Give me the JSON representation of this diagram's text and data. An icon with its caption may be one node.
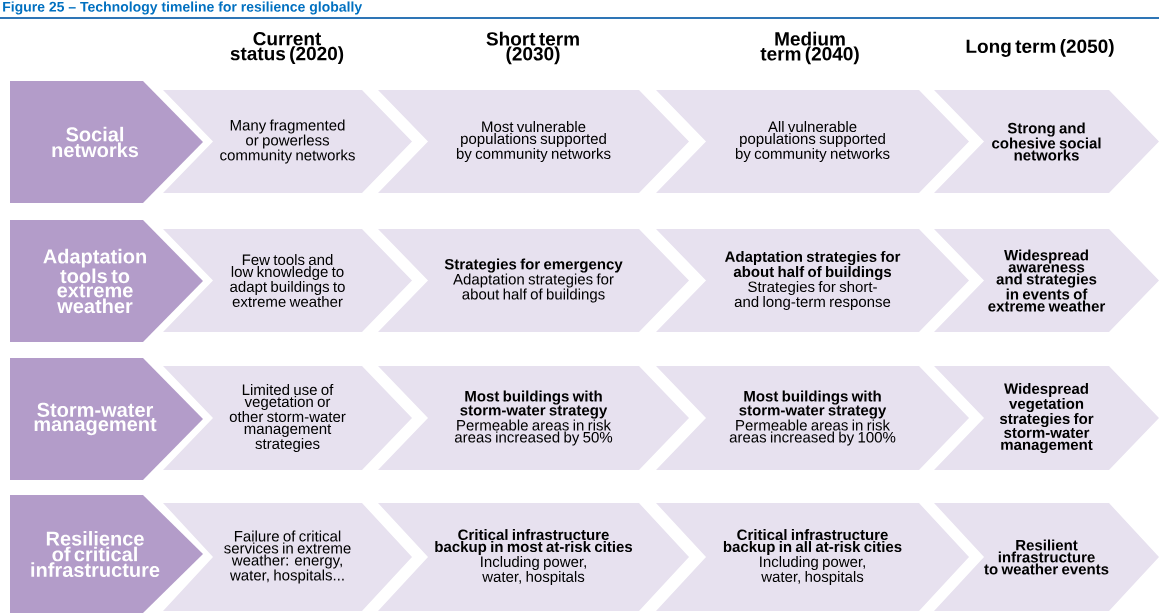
{
  "diagram": {
    "title": "Figure 25 – Technology timeline for resilience globally",
    "nodes": [
      {
        "text": [
          "Social networks"
        ]
      },
      {
        "text": [
          "Many fragmented or powerless community networks"
        ]
      },
      {
        "text": [
          "Most vulnerable populations supported by community networks"
        ]
      },
      {
        "text": [
          "All vulnerable populations supported by community networks"
        ]
      },
      {
        "text": [
          "Strong and cohesive social networks"
        ]
      },
      {
        "text": [
          "Adaptation tools to extreme weather"
        ]
      },
      {
        "text": [
          "Few tools and low knowledge to adapt buildings to extreme weather"
        ]
      },
      {
        "text": [
          "Strategies for emergency",
          "Adaptation strategies for about half of buildings"
        ]
      },
      {
        "text": [
          "Adaptation strategies for about half of buildings",
          "Strategies for short- and long-term response"
        ]
      },
      {
        "text": [
          "Widespread awareness and strategies in events of extreme weather"
        ]
      },
      {
        "text": [
          "Storm-water management"
        ]
      },
      {
        "text": [
          "Limited use of vegetation or other storm-water management strategies"
        ]
      },
      {
        "text": [
          "Most buildings with storm-water strategy",
          "Permeable areas in risk areas increased by 50%"
        ]
      },
      {
        "text": [
          "Most buildings with storm-water strategy",
          "Permeable areas in risk areas increased by 100%"
        ]
      },
      {
        "text": [
          "Widespread vegetation strategies for storm-water management"
        ]
      },
      {
        "text": [
          "Resilience of critical infrastructure"
        ]
      },
      {
        "text": [
          "Failure of critical services in extreme weather: energy, water, hospitals..."
        ]
      },
      {
        "text": [
          "Critical infrastructure backup in most at-risk cities",
          "Including power, water, hospitals"
        ]
      },
      {
        "text": [
          "Critical infrastructure backup in all at-risk cities",
          "Including power, water, hospitals"
        ]
      },
      {
        "text": [
          "Resilient infrastructure to weather events"
        ]
      }
    ],
    "labels": [
      "Current status (2020)",
      "Short term (2030)",
      "Medium term (2040)",
      "Long term (2050)"
    ]
  }
}
